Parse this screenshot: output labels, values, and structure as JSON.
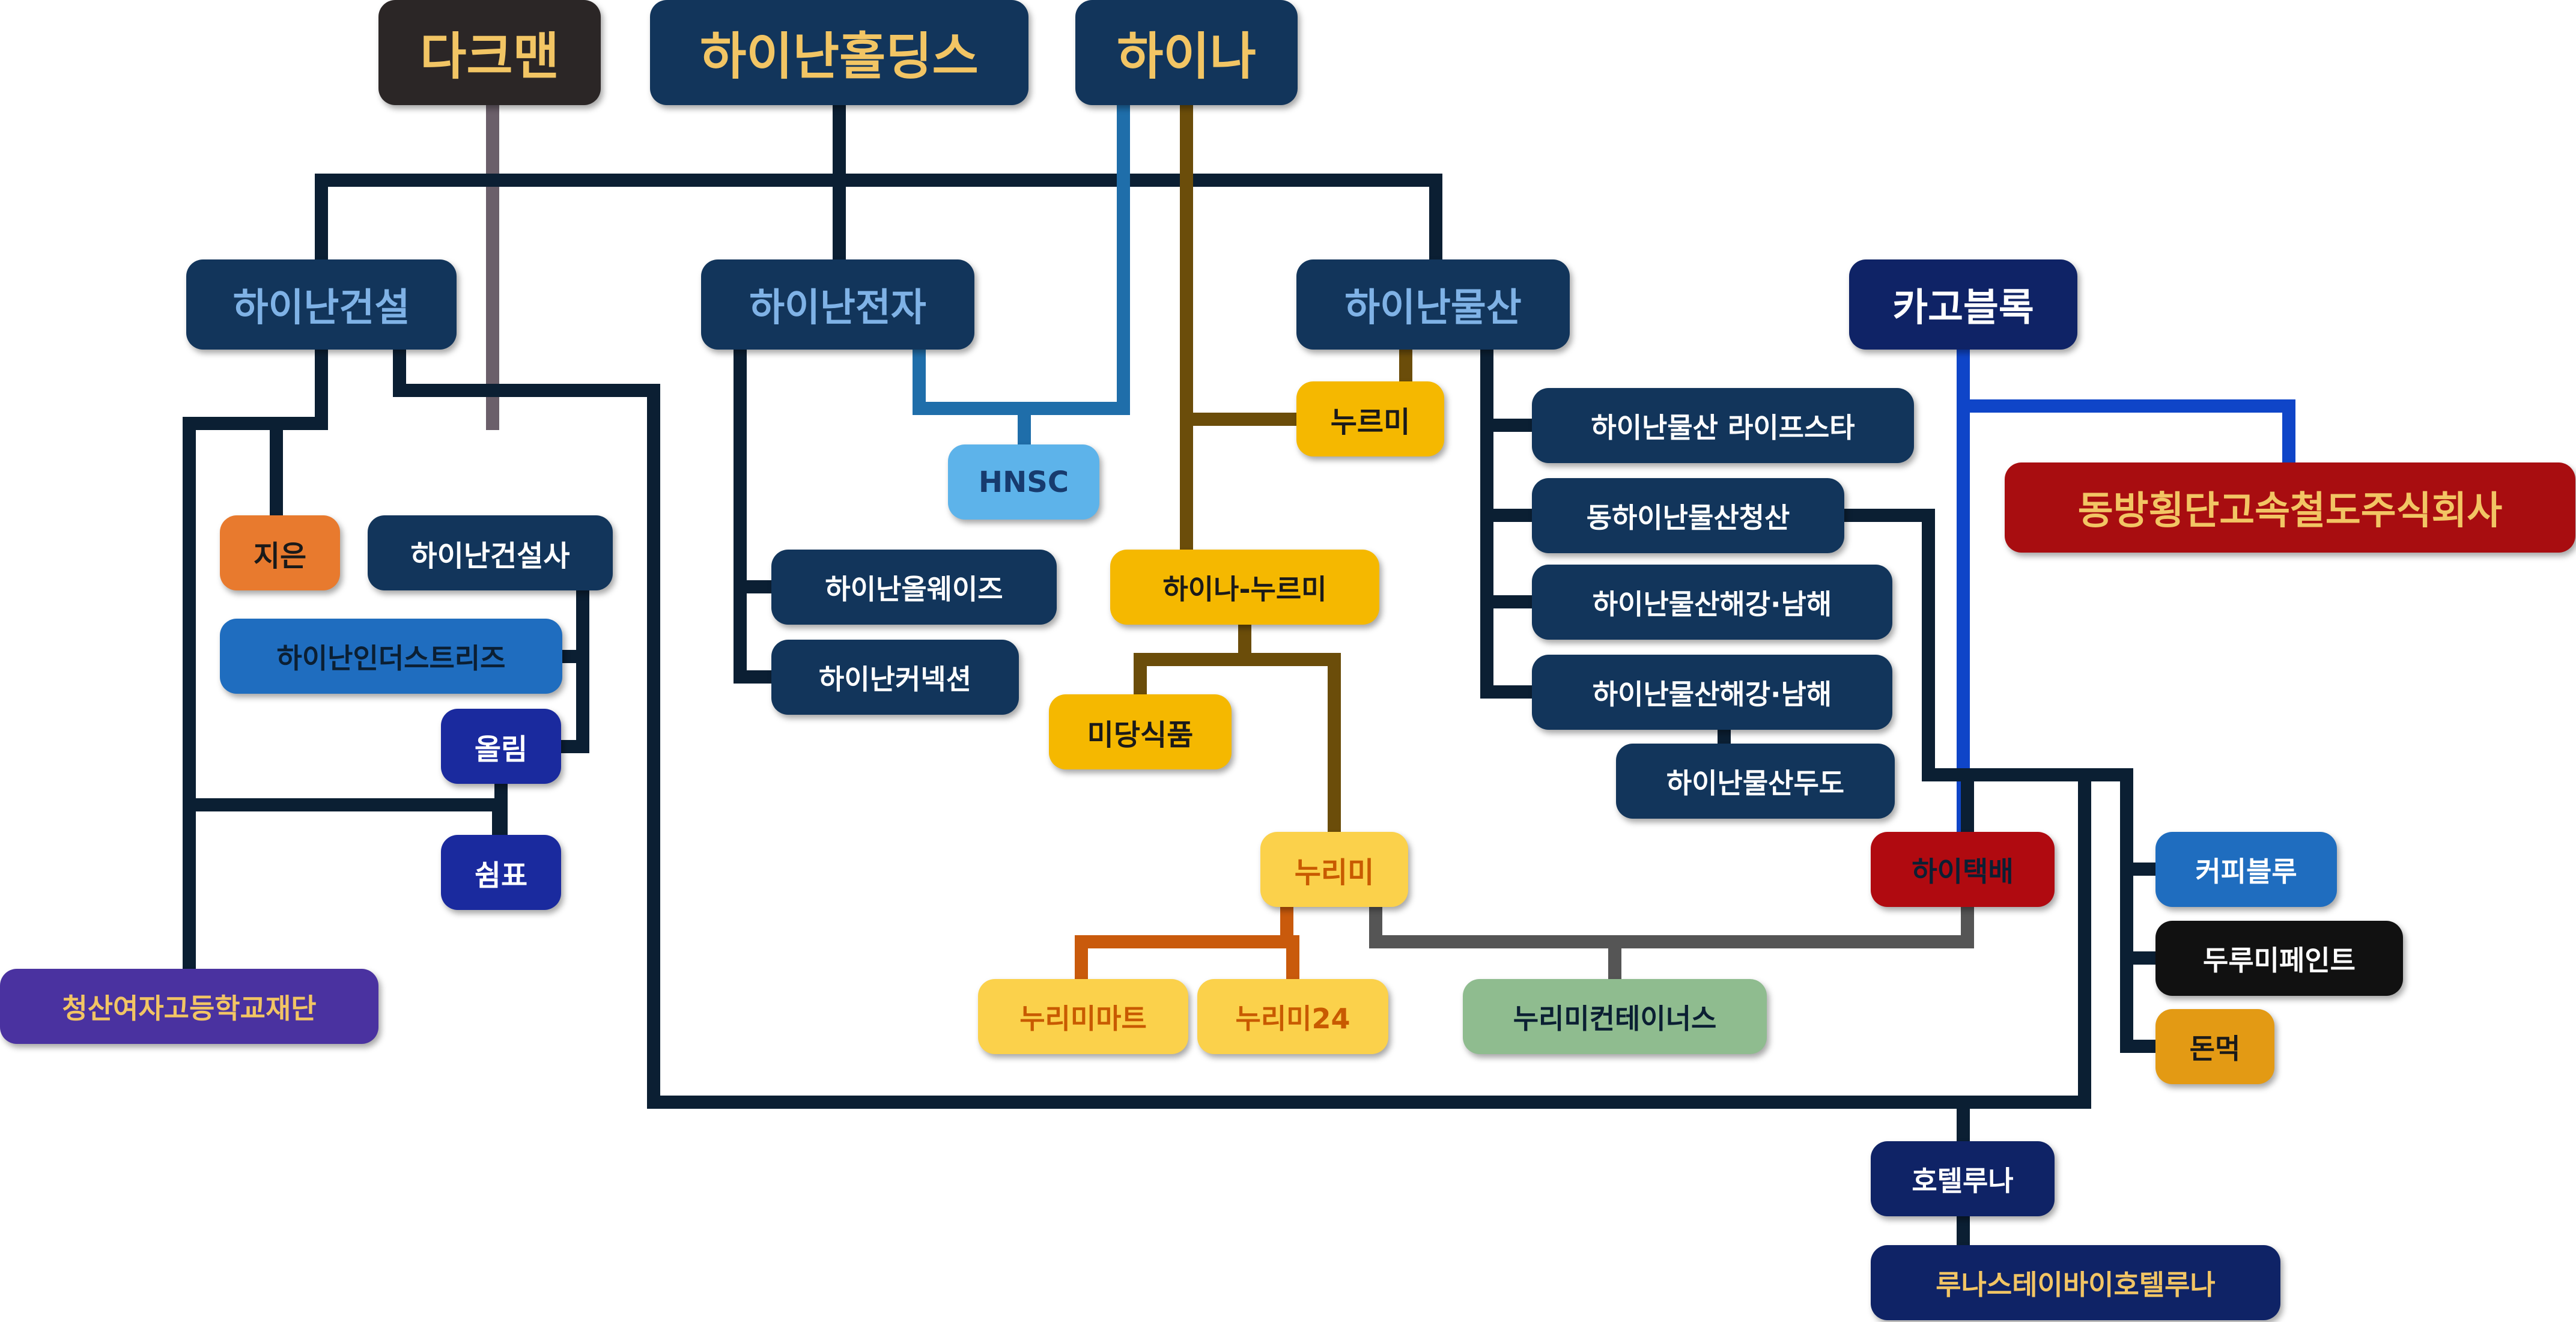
{
  "colors": {
    "navy": "#12355b",
    "dark_line": "#0b1f33",
    "gold_text": "#f2c564",
    "light_blue_text": "#7fb2e6"
  },
  "nodes": [
    {
      "id": "darkman",
      "label": "다크맨",
      "bg": "#2b2626",
      "fg": "#f2c564"
    },
    {
      "id": "hainan-holdings",
      "label": "하이난홀딩스",
      "bg": "#12355b",
      "fg": "#f2c564"
    },
    {
      "id": "haina",
      "label": "하이나",
      "bg": "#12355b",
      "fg": "#f2c564"
    },
    {
      "id": "hainan-construction",
      "label": "하이난건설",
      "bg": "#12355b",
      "fg": "#7fb2e6"
    },
    {
      "id": "hainan-electronics",
      "label": "하이난전자",
      "bg": "#12355b",
      "fg": "#7fb2e6"
    },
    {
      "id": "hainan-trading",
      "label": "하이난물산",
      "bg": "#12355b",
      "fg": "#7fb2e6"
    },
    {
      "id": "kagoblock",
      "label": "카고블록",
      "bg": "#0f2366",
      "fg": "#ffffff"
    },
    {
      "id": "hnsc",
      "label": "HNSC",
      "bg": "#5db3ea",
      "fg": "#173b6e"
    },
    {
      "id": "nurimi",
      "label": "누르미",
      "bg": "#f5b800",
      "fg": "#1a1a1a"
    },
    {
      "id": "hainan-trading-lifestyle",
      "label": "하이난물산 라이프스타",
      "bg": "#12355b",
      "fg": "#ffffff"
    },
    {
      "id": "east-hainan-trading",
      "label": "동하이난물산청산",
      "bg": "#12355b",
      "fg": "#ffffff"
    },
    {
      "id": "hainan-trading-shipping-a",
      "label": "하이난물산해강·남해",
      "bg": "#12355b",
      "fg": "#ffffff"
    },
    {
      "id": "hainan-trading-shipping-b",
      "label": "하이난물산해강·남해",
      "bg": "#12355b",
      "fg": "#ffffff"
    },
    {
      "id": "hainan-trading-dudo",
      "label": "하이난물산두도",
      "bg": "#12355b",
      "fg": "#ffffff"
    },
    {
      "id": "dongbang-railway",
      "label": "동방횡단고속철도주식회사",
      "bg": "#a80d10",
      "fg": "#f2c564"
    },
    {
      "id": "jieun",
      "label": "지은",
      "bg": "#e87a2e",
      "fg": "#1a1a1a"
    },
    {
      "id": "hainan-construction-co",
      "label": "하이난건설사",
      "bg": "#12355b",
      "fg": "#ffffff"
    },
    {
      "id": "hainan-industries",
      "label": "하이난인더스트리즈",
      "bg": "#1f6dbf",
      "fg": "#0b1f33"
    },
    {
      "id": "ollim",
      "label": "올림",
      "bg": "#1a2a9e",
      "fg": "#ffffff"
    },
    {
      "id": "swimpyo",
      "label": "쉼표",
      "bg": "#1a2a9e",
      "fg": "#ffffff"
    },
    {
      "id": "cheongsan-school",
      "label": "청산여자고등학교재단",
      "bg": "#4a32a0",
      "fg": "#f2c564"
    },
    {
      "id": "hainan-allways",
      "label": "하이난올웨이즈",
      "bg": "#12355b",
      "fg": "#ffffff"
    },
    {
      "id": "hainan-connection",
      "label": "하이난커넥션",
      "bg": "#12355b",
      "fg": "#ffffff"
    },
    {
      "id": "haina-nurimi",
      "label": "하이나-누르미",
      "bg": "#f5b800",
      "fg": "#1a1a1a"
    },
    {
      "id": "midang-food",
      "label": "미당식품",
      "bg": "#f5b800",
      "fg": "#1a1a1a"
    },
    {
      "id": "nurimi2",
      "label": "누리미",
      "bg": "#fbd14b",
      "fg": "#c85a00"
    },
    {
      "id": "nurimi-mart",
      "label": "누리미마트",
      "bg": "#fbd14b",
      "fg": "#c85a00"
    },
    {
      "id": "nurimi24",
      "label": "누리미24",
      "bg": "#fbd14b",
      "fg": "#c85a00"
    },
    {
      "id": "nurimi-containers",
      "label": "누리미컨테이너스",
      "bg": "#8fbc8f",
      "fg": "#0b1f33"
    },
    {
      "id": "hai-delivery",
      "label": "하이택배",
      "bg": "#b00a10",
      "fg": "#0b1f33"
    },
    {
      "id": "coffee-blue",
      "label": "커피블루",
      "bg": "#1f6dbf",
      "fg": "#ffffff"
    },
    {
      "id": "durumi-paint",
      "label": "두루미페인트",
      "bg": "#111111",
      "fg": "#ffffff"
    },
    {
      "id": "donmeok",
      "label": "돈먹",
      "bg": "#e39a14",
      "fg": "#1a1a1a"
    },
    {
      "id": "hotel-luna",
      "label": "호텔루나",
      "bg": "#0f2366",
      "fg": "#ffffff"
    },
    {
      "id": "lunastay-hotel-luna",
      "label": "루나스테이바이호텔루나",
      "bg": "#0f2366",
      "fg": "#f2c564"
    }
  ],
  "edges": [
    {
      "from": "darkman",
      "to": "hainan-construction-co",
      "color": "#6b5f6a"
    },
    {
      "from": "hainan-holdings",
      "to": "hainan-construction",
      "color": "#0b1f33"
    },
    {
      "from": "hainan-holdings",
      "to": "hainan-electronics",
      "color": "#0b1f33"
    },
    {
      "from": "hainan-holdings",
      "to": "hainan-trading",
      "color": "#0b1f33"
    },
    {
      "from": "haina",
      "to": "hnsc",
      "color": "#1f6eaa"
    },
    {
      "from": "hainan-electronics",
      "to": "hnsc",
      "color": "#1f6eaa"
    },
    {
      "from": "haina",
      "to": "nurimi",
      "color": "#6b4d0a"
    },
    {
      "from": "hainan-trading",
      "to": "nurimi",
      "color": "#6b4d0a"
    },
    {
      "from": "haina",
      "to": "haina-nurimi",
      "color": "#6b4d0a"
    },
    {
      "from": "haina-nurimi",
      "to": "midang-food",
      "color": "#6b4d0a"
    },
    {
      "from": "haina-nurimi",
      "to": "nurimi2",
      "color": "#6b4d0a"
    },
    {
      "from": "nurimi2",
      "to": "nurimi-mart",
      "color": "#c95a0c"
    },
    {
      "from": "nurimi2",
      "to": "nurimi24",
      "color": "#c95a0c"
    },
    {
      "from": "nurimi2",
      "to": "nurimi-containers",
      "color": "#555555"
    },
    {
      "from": "hai-delivery",
      "to": "nurimi-containers",
      "color": "#555555"
    },
    {
      "from": "hainan-trading",
      "to": "hainan-trading-lifestyle",
      "color": "#0b1f33"
    },
    {
      "from": "hainan-trading",
      "to": "east-hainan-trading",
      "color": "#0b1f33"
    },
    {
      "from": "hainan-trading",
      "to": "hainan-trading-shipping-a",
      "color": "#0b1f33"
    },
    {
      "from": "hainan-trading",
      "to": "hainan-trading-shipping-b",
      "color": "#0b1f33"
    },
    {
      "from": "hainan-trading-shipping-b",
      "to": "hainan-trading-dudo",
      "color": "#0b1f33"
    },
    {
      "from": "kagoblock",
      "to": "dongbang-railway",
      "color": "#0f45c8"
    },
    {
      "from": "kagoblock",
      "to": "hai-delivery",
      "color": "#0f45c8"
    },
    {
      "from": "hainan-construction",
      "to": "jieun",
      "color": "#0b1f33"
    },
    {
      "from": "hainan-construction",
      "to": "cheongsan-school",
      "color": "#0b1f33"
    },
    {
      "from": "hainan-construction",
      "to": "swimpyo",
      "color": "#0b1f33"
    },
    {
      "from": "hainan-construction-co",
      "to": "hainan-industries",
      "color": "#0b1f33"
    },
    {
      "from": "hainan-construction-co",
      "to": "ollim",
      "color": "#0b1f33"
    },
    {
      "from": "ollim",
      "to": "swimpyo",
      "color": "#0b1f33"
    },
    {
      "from": "hainan-electronics",
      "to": "hainan-allways",
      "color": "#0b1f33"
    },
    {
      "from": "hainan-electronics",
      "to": "hainan-connection",
      "color": "#0b1f33"
    },
    {
      "from": "east-hainan-trading",
      "to": "hai-delivery",
      "color": "#0b1f33"
    },
    {
      "from": "hai-delivery",
      "to": "coffee-blue",
      "color": "#0b1f33"
    },
    {
      "from": "hai-delivery",
      "to": "durumi-paint",
      "color": "#0b1f33"
    },
    {
      "from": "hai-delivery",
      "to": "donmeok",
      "color": "#0b1f33"
    },
    {
      "from": "hainan-construction",
      "to": "hotel-luna",
      "color": "#0b1f33"
    },
    {
      "from": "hotel-luna",
      "to": "lunastay-hotel-luna",
      "color": "#0b1f33"
    }
  ]
}
